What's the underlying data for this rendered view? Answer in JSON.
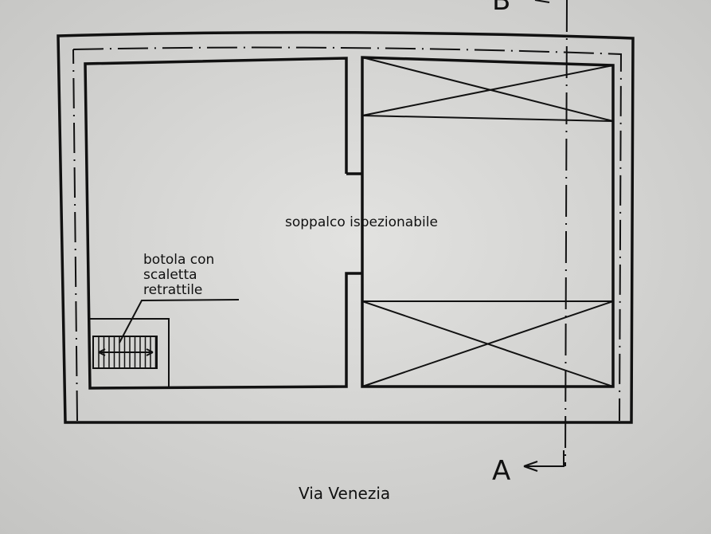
{
  "labels": {
    "room": "soppalco ispezionabile",
    "hatch": [
      "botola con",
      "scaletta",
      "retrattile"
    ],
    "street": "Via Venezia",
    "section_a": "A",
    "section_b": "B"
  },
  "colors": {
    "ink": "#111111",
    "paper": "#d8d8d6"
  }
}
